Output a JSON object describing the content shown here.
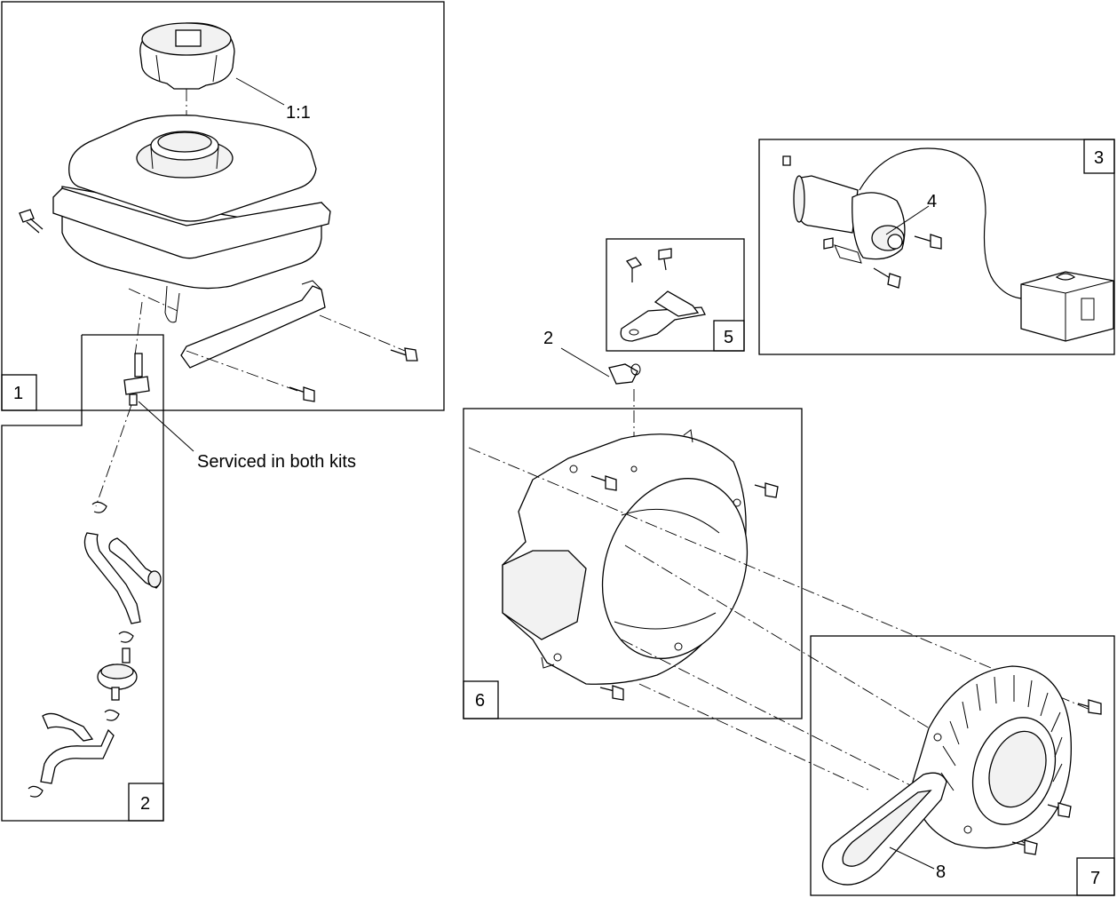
{
  "callouts": {
    "box1": "1",
    "box2": "2",
    "box3": "3",
    "box5": "5",
    "box6": "6",
    "box7": "7",
    "label_1_1": "1:1",
    "label_2": "2",
    "label_4": "4",
    "label_8": "8",
    "note": "Serviced in both kits"
  }
}
